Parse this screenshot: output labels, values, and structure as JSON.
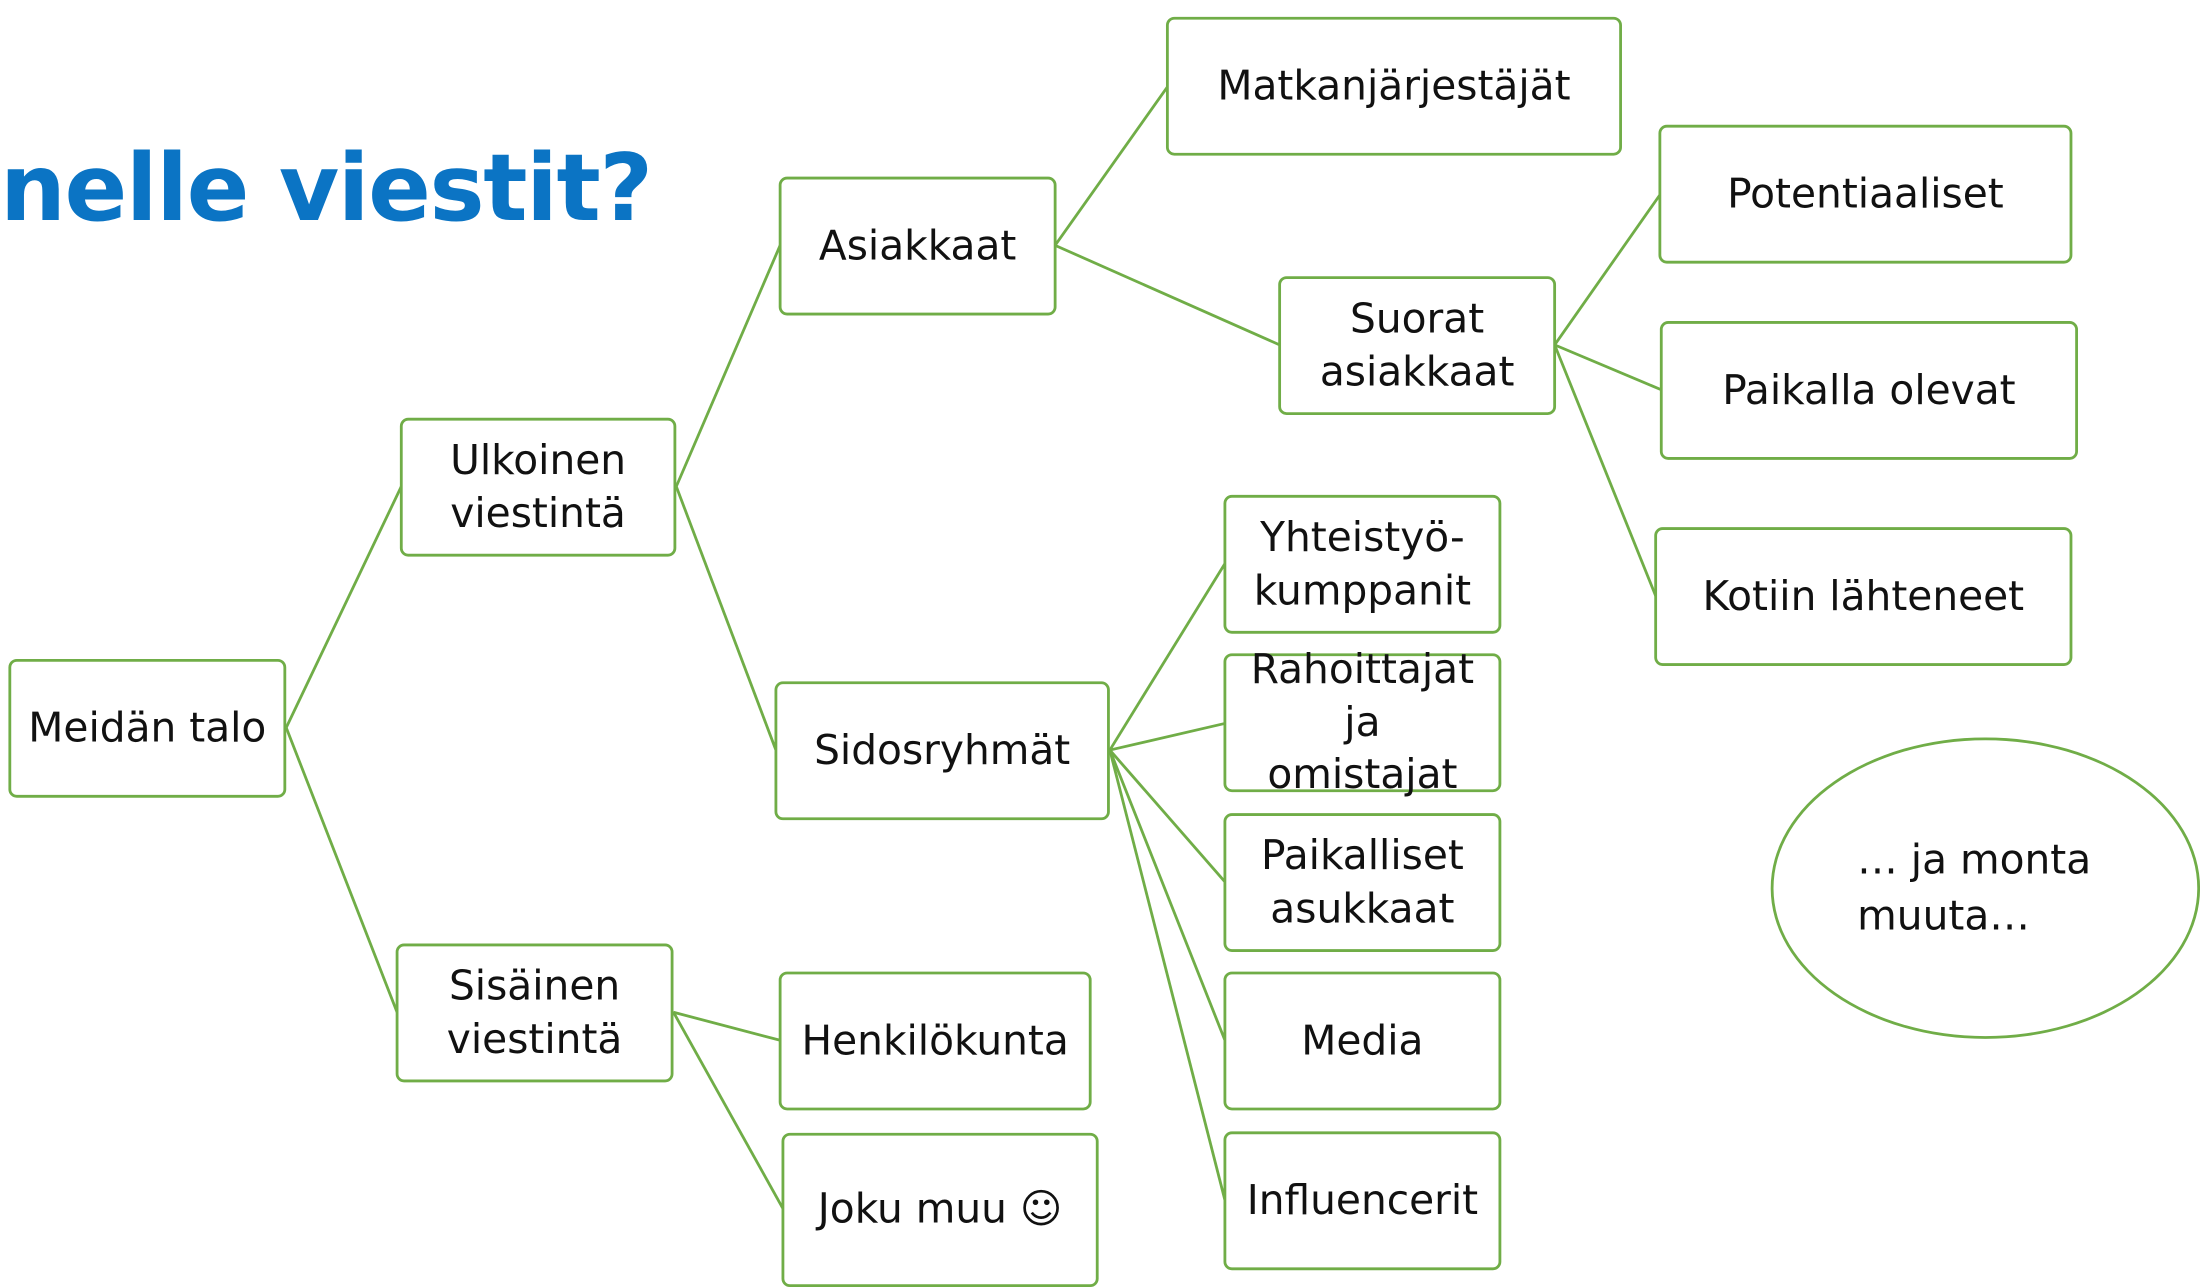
{
  "title": "nelle viestit?",
  "colors": {
    "title": "#0b74c4",
    "border": "#70ad47",
    "connector": "#70ad47",
    "text": "#111111"
  },
  "nodes": {
    "root": "Meidän talo",
    "ulkoinen": "Ulkoinen\nviestintä",
    "sisainen": "Sisäinen\nviestintä",
    "asiakkaat": "Asiakkaat",
    "sidosryhmat": "Sidosryhmät",
    "henkilokunta": "Henkilökunta",
    "joku_muu": "Joku muu ☺",
    "matkanjarjestajat": "Matkanjärjestäjät",
    "suorat_asiakkaat": "Suorat\nasiakkaat",
    "potentiaaliset": "Potentiaaliset",
    "paikalla_olevat": "Paikalla olevat",
    "kotiin_lahteneet": "Kotiin lähteneet",
    "yhteistyokumppanit": "Yhteistyö-\nkumppanit",
    "rahoittajat": "Rahoittajat ja\nomistajat",
    "paikalliset_asukkaat": "Paikalliset\nasukkaat",
    "media": "Media",
    "influencerit": "Influencerit"
  },
  "note": "… ja monta\nmuuta…"
}
